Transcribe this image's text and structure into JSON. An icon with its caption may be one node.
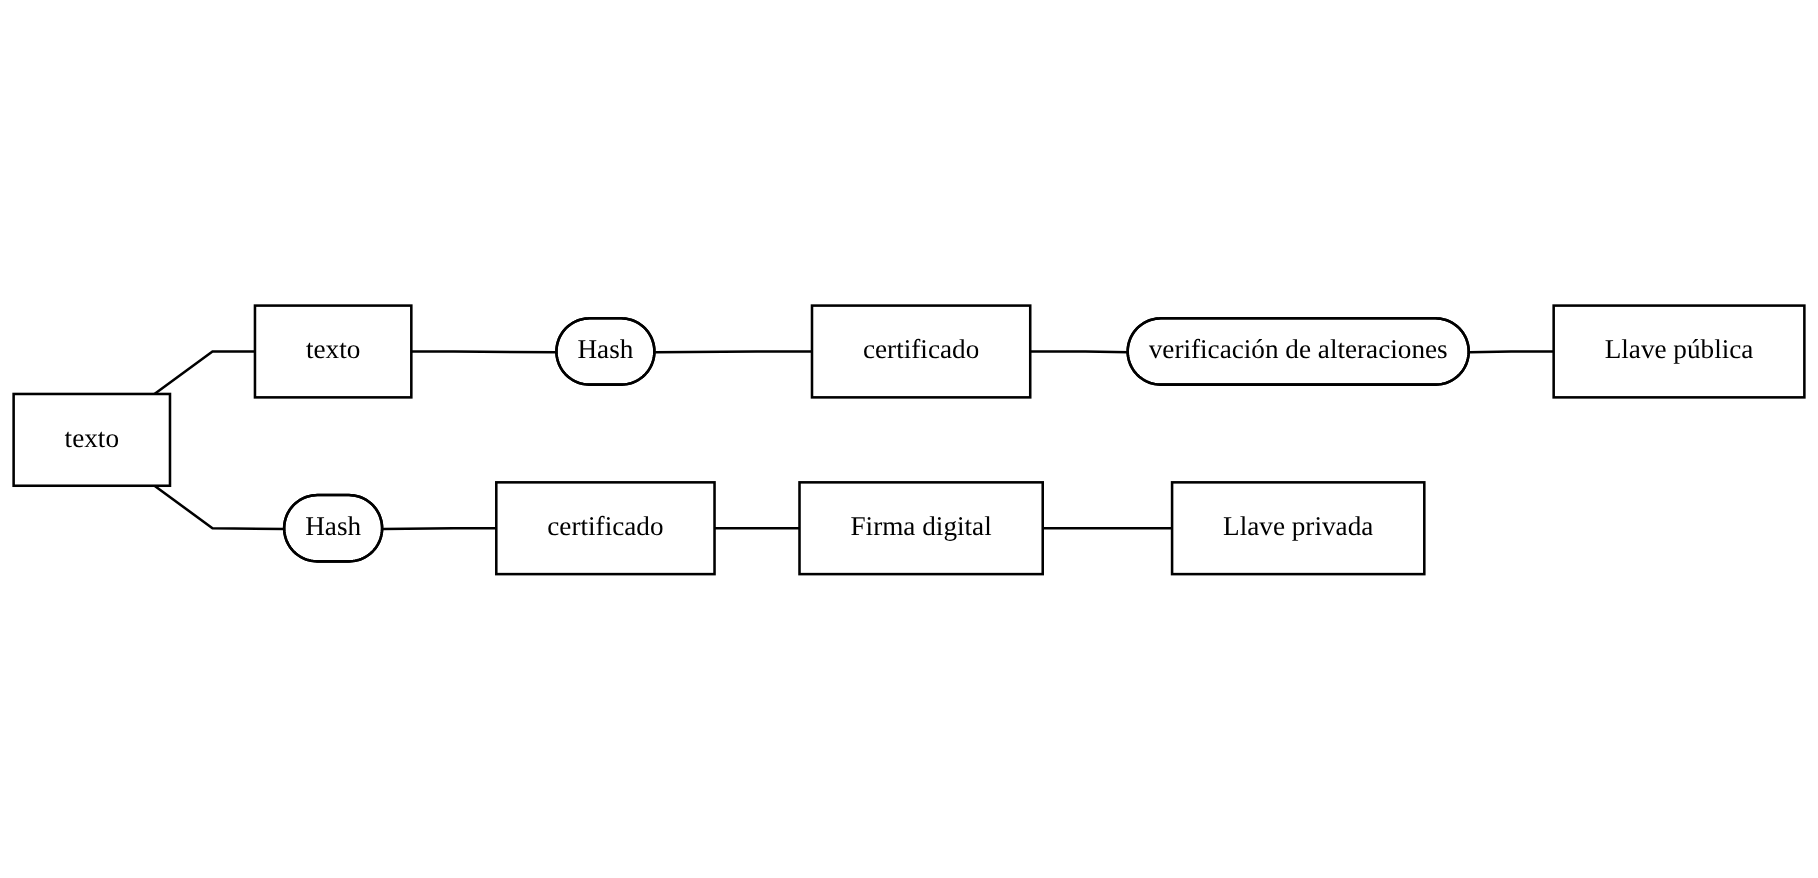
{
  "diagram": {
    "nodes": [
      {
        "text": [
          "texto"
        ]
      },
      {
        "text": [
          "Hash"
        ]
      },
      {
        "text": [
          "certificado"
        ]
      },
      {
        "text": [
          "verificación de alteraciones"
        ]
      },
      {
        "text": [
          "texto"
        ]
      },
      {
        "text": [
          "Hash"
        ]
      },
      {
        "text": [
          "certificado"
        ]
      },
      {
        "text": [
          "Firma digital"
        ]
      },
      {
        "text": [
          "Llave privada"
        ]
      },
      {
        "text": [
          "Llave pública"
        ]
      }
    ],
    "edges": [
      {
        "from": 4,
        "to": 0,
        "arrow": "none"
      },
      {
        "from": 0,
        "to": 1,
        "arrow": "none"
      },
      {
        "from": 1,
        "to": 2,
        "arrow": "none"
      },
      {
        "from": 2,
        "to": 3,
        "arrow": "none"
      },
      {
        "from": 3,
        "to": 9,
        "arrow": "none"
      },
      {
        "from": 4,
        "to": 5,
        "arrow": "none"
      },
      {
        "from": 5,
        "to": 6,
        "arrow": "none"
      },
      {
        "from": 6,
        "to": 7,
        "arrow": "none"
      },
      {
        "from": 7,
        "to": 8,
        "arrow": "none"
      }
    ]
  }
}
